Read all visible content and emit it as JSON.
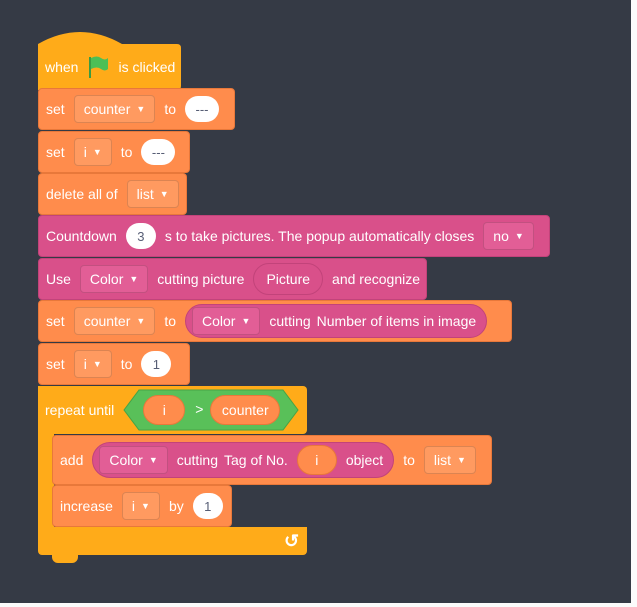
{
  "colors": {
    "background": "#353a45",
    "event": "#ffab19",
    "variables": "#ff8c4c",
    "extension": "#d9508a",
    "control": "#ffab19",
    "operators": "#59c059",
    "flag": "#4cbf56"
  },
  "blocks": {
    "hat": {
      "when": "when",
      "is_clicked": "is clicked"
    },
    "set_counter": {
      "set": "set",
      "var": "counter",
      "to": "to",
      "value": "---"
    },
    "set_i": {
      "set": "set",
      "var": "i",
      "to": "to",
      "value": "---"
    },
    "delete_all": {
      "label": "delete all of",
      "list": "list"
    },
    "countdown": {
      "label": "Countdown",
      "value": "3",
      "text": "s to take pictures. The popup automatically closes",
      "option": "no"
    },
    "use_color": {
      "use": "Use",
      "color": "Color",
      "cutting": "cutting picture",
      "picture": "Picture",
      "recognize": "and recognize"
    },
    "set_counter_items": {
      "set": "set",
      "var": "counter",
      "to": "to",
      "color": "Color",
      "cutting": "cutting",
      "text": "Number of items in image"
    },
    "set_i_one": {
      "set": "set",
      "var": "i",
      "to": "to",
      "value": "1"
    },
    "repeat_until": {
      "label": "repeat until",
      "left": "i",
      "op": ">",
      "right": "counter"
    },
    "add": {
      "add": "add",
      "color": "Color",
      "cutting": "cutting",
      "tag": "Tag of No.",
      "index": "i",
      "object": "object",
      "to": "to",
      "list": "list"
    },
    "increase": {
      "label": "increase",
      "var": "i",
      "by": "by",
      "value": "1"
    },
    "loop_arrow": "↺"
  }
}
